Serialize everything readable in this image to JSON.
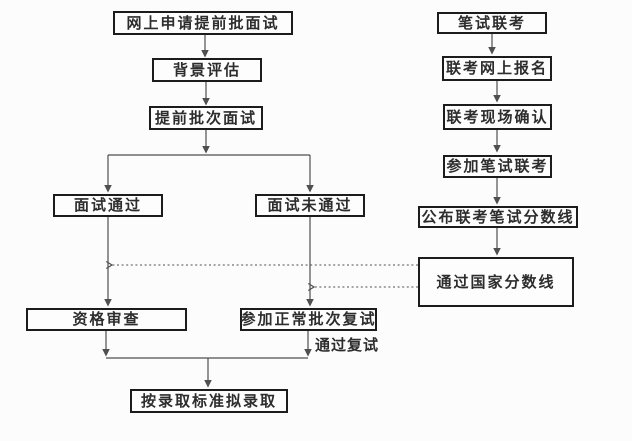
{
  "diagram": {
    "left_flow": {
      "apply": "网上申请提前批面试",
      "background_eval": "背景评估",
      "pre_interview": "提前批次面试",
      "interview_pass": "面试通过",
      "interview_fail": "面试未通过",
      "qualification_review": "资格审查",
      "normal_retest": "参加正常批次复试",
      "retest_pass_label": "通过复试",
      "admission": "按录取标准拟录取"
    },
    "right_flow": {
      "written_exam": "笔试联考",
      "online_registration": "联考网上报名",
      "onsite_confirmation": "联考现场确认",
      "take_exam": "参加笔试联考",
      "score_line_announce": "公布联考笔试分数线",
      "national_line_pass": "通过国家分数线"
    },
    "colors": {
      "line": "#4f4f4f",
      "border": "#1c1c1c",
      "text": "#2d2d2d",
      "background": "#fcfcfc"
    }
  }
}
